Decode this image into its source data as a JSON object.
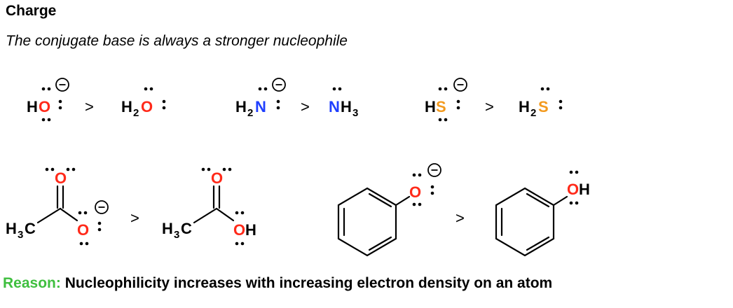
{
  "heading": "Charge",
  "subheading": "The conjugate base is always a stronger nucleophile",
  "reason": {
    "lead": "Reason:",
    "text": " Nucleophilicity increases with increasing electron density on an atom"
  },
  "symbols": {
    "greater_than": ">",
    "O": "O",
    "N": "N",
    "S": "S",
    "H": "H",
    "C": "C",
    "sub2": "2",
    "sub3": "3"
  },
  "colors": {
    "oxygen": "#ff2a1a",
    "nitrogen": "#1f3fff",
    "sulfur": "#f39a1e",
    "reason": "#3fbf3f"
  }
}
